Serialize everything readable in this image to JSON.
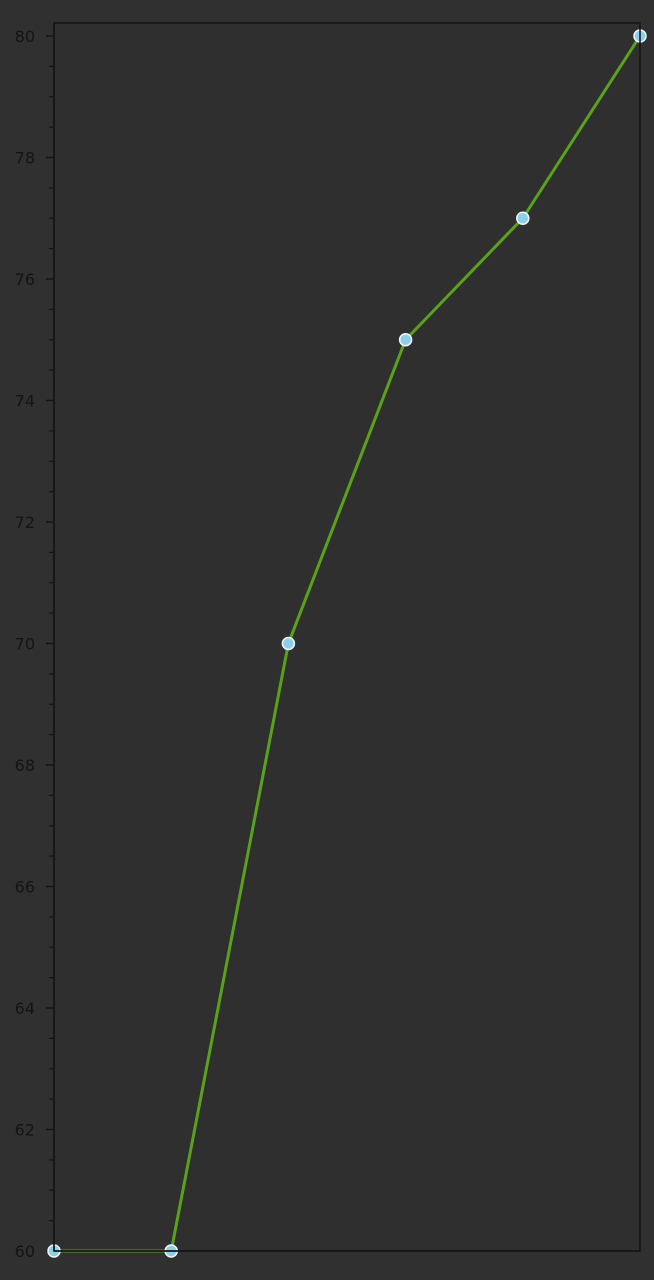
{
  "chart_data": {
    "type": "line",
    "title": "",
    "xlabel": "",
    "ylabel": "",
    "ylim": [
      60,
      80
    ],
    "y_ticks": [
      "60",
      "62",
      "64",
      "66",
      "68",
      "70",
      "72",
      "74",
      "76",
      "78",
      "80"
    ],
    "x_tick_labels": [],
    "grid": false,
    "legend": "none",
    "series": [
      {
        "x": [
          0,
          1,
          2,
          3,
          4,
          5
        ],
        "values": [
          60,
          60,
          70,
          75,
          77,
          80
        ],
        "line_color": "#5aa21c",
        "marker_color": "#8ecfe8",
        "marker_edge": "#f0f8ff"
      }
    ],
    "colors": {
      "page_background": "#303030",
      "plot_background": "#2f2f2f",
      "axes": "#141414",
      "tick_text": "#141414"
    }
  }
}
